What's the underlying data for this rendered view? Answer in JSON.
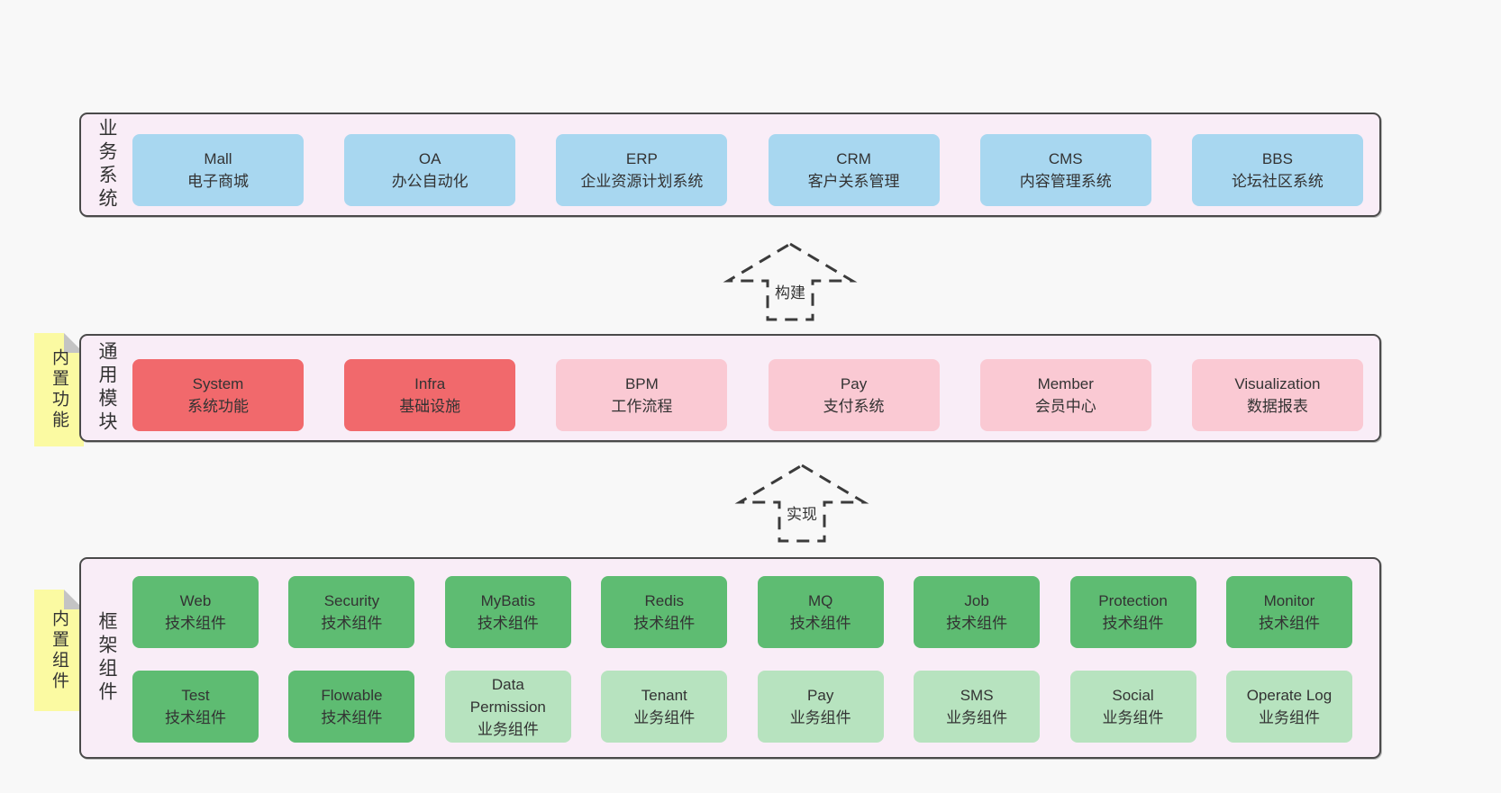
{
  "colors": {
    "page_bg": "#f8f8f8",
    "layer_bg": "#f9edf7",
    "layer_border": "#4a4a4a",
    "blue_box": "#a8d7f0",
    "red_box": "#f1696c",
    "pink_box": "#fac9d3",
    "green_box": "#5ebc72",
    "light_green_box": "#b7e3bf",
    "note_yellow": "#fbfaa2",
    "note_fold_gray": "#c4c4c4",
    "text": "#333333"
  },
  "layers": [
    {
      "label": "业务系统",
      "boxes": [
        {
          "name": "Mall",
          "desc": "电子商城"
        },
        {
          "name": "OA",
          "desc": "办公自动化"
        },
        {
          "name": "ERP",
          "desc": "企业资源计划系统"
        },
        {
          "name": "CRM",
          "desc": "客户关系管理"
        },
        {
          "name": "CMS",
          "desc": "内容管理系统"
        },
        {
          "name": "BBS",
          "desc": "论坛社区系统"
        }
      ]
    },
    {
      "label": "通用模块",
      "note": "内置功能",
      "boxes": [
        {
          "name": "System",
          "desc": "系统功能"
        },
        {
          "name": "Infra",
          "desc": "基础设施"
        },
        {
          "name": "BPM",
          "desc": "工作流程"
        },
        {
          "name": "Pay",
          "desc": "支付系统"
        },
        {
          "name": "Member",
          "desc": "会员中心"
        },
        {
          "name": "Visualization",
          "desc": "数据报表"
        }
      ]
    },
    {
      "label": "框架组件",
      "note": "内置组件",
      "rows": [
        [
          {
            "name": "Web",
            "desc": "技术组件"
          },
          {
            "name": "Security",
            "desc": "技术组件"
          },
          {
            "name": "MyBatis",
            "desc": "技术组件"
          },
          {
            "name": "Redis",
            "desc": "技术组件"
          },
          {
            "name": "MQ",
            "desc": "技术组件"
          },
          {
            "name": "Job",
            "desc": "技术组件"
          },
          {
            "name": "Protection",
            "desc": "技术组件"
          },
          {
            "name": "Monitor",
            "desc": "技术组件"
          }
        ],
        [
          {
            "name": "Test",
            "desc": "技术组件"
          },
          {
            "name": "Flowable",
            "desc": "技术组件"
          },
          {
            "name": "Data Permission",
            "desc": "业务组件"
          },
          {
            "name": "Tenant",
            "desc": "业务组件"
          },
          {
            "name": "Pay",
            "desc": "业务组件"
          },
          {
            "name": "SMS",
            "desc": "业务组件"
          },
          {
            "name": "Social",
            "desc": "业务组件"
          },
          {
            "name": "Operate Log",
            "desc": "业务组件"
          }
        ]
      ]
    }
  ],
  "arrows": [
    {
      "label": "构建"
    },
    {
      "label": "实现"
    }
  ]
}
